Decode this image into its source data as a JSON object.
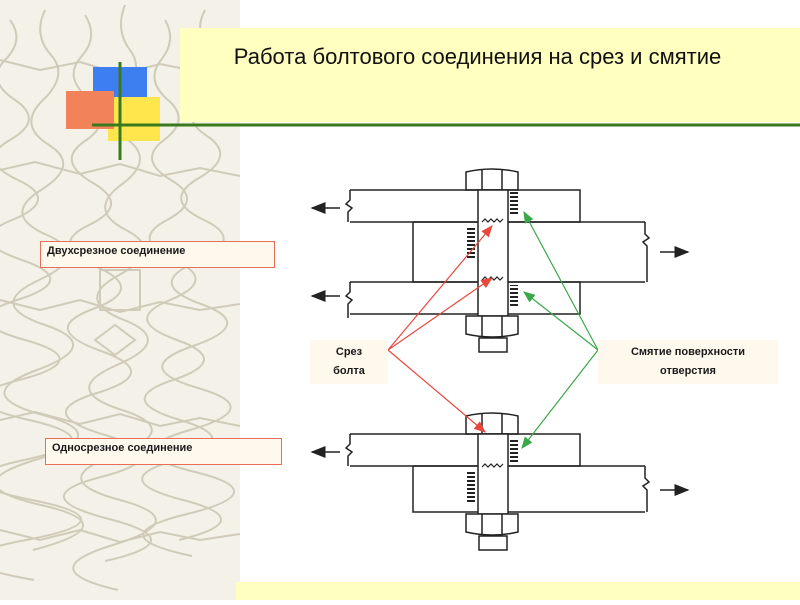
{
  "slide": {
    "title": "Работа болтового соединения на срез и смятие"
  },
  "labels": {
    "double_shear": "Двухсрезное соединение",
    "single_shear": "Односрезное соединение"
  },
  "callouts": {
    "bolt_shear_line1": "Срез",
    "bolt_shear_line2": "болта",
    "bearing_line1": "Смятие поверхности",
    "bearing_line2": "отверстия"
  },
  "colors": {
    "title_band": "#ffffc0",
    "accent_line": "#3a7a1f",
    "square_blue": "#3d7ff0",
    "square_orange": "#f2825a",
    "square_yellow": "#ffe64d",
    "label_border": "#e76f5a",
    "shear_arrows": "#e8483c",
    "bearing_arrows": "#3aa84a"
  }
}
